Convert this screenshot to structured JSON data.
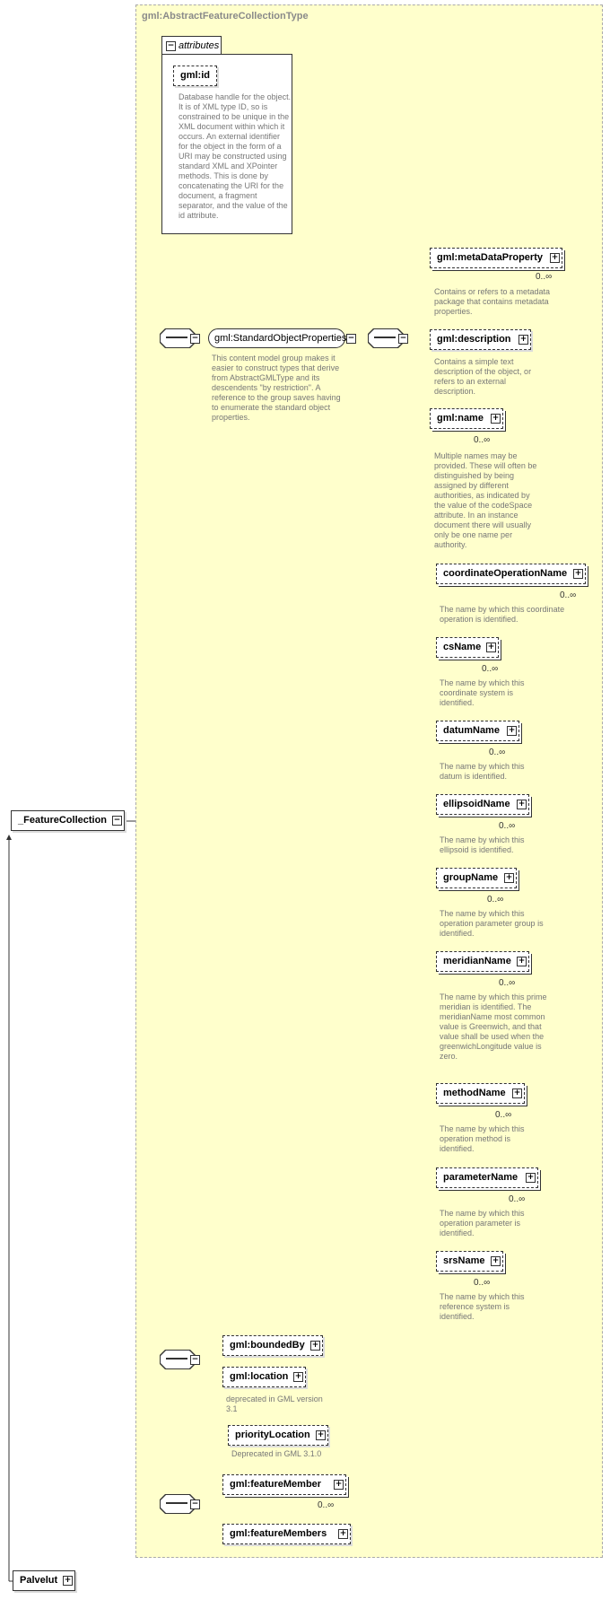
{
  "type_title": "gml:AbstractFeatureCollectionType",
  "attributes": {
    "tab_label": "attributes",
    "id_label": "gml:id",
    "id_doc": "Database handle for the object.  It is of XML type ID, so is constrained to be unique in the XML document within which it occurs.  An external identifier for the object in the form of a URI may be constructed using standard XML and XPointer methods.  This is done by concatenating the URI for the document, a fragment separator, and the value of the id attribute."
  },
  "root": {
    "label": "_FeatureCollection"
  },
  "substitution": {
    "label": "Palvelut"
  },
  "group": {
    "label": "gml:StandardObjectProperties",
    "doc": "This content model group makes it easier to construct types that derive from AbstractGMLType and its descendents \"by restriction\".  A reference to the group saves having to enumerate the standard object properties."
  },
  "group_elements": [
    {
      "label": "gml:metaDataProperty",
      "card": "0..∞",
      "doc": "Contains or refers to a metadata package that contains metadata properties."
    },
    {
      "label": "gml:description",
      "card": "",
      "doc": "Contains a simple text description of the object, or refers to an external description."
    },
    {
      "label": "gml:name",
      "card": "0..∞",
      "doc": "Multiple names may be provided.  These will often be distinguished by being assigned by different authorities, as indicated by the value of the codeSpace attribute.  In an instance document there will usually only be one name per authority."
    }
  ],
  "name_substitutes": [
    {
      "label": "coordinateOperationName",
      "card": "0..∞",
      "doc": "The name by which this coordinate operation is identified."
    },
    {
      "label": "csName",
      "card": "0..∞",
      "doc": "The name by which this coordinate system is identified."
    },
    {
      "label": "datumName",
      "card": "0..∞",
      "doc": "The name by which this datum is identified."
    },
    {
      "label": "ellipsoidName",
      "card": "0..∞",
      "doc": "The name by which this ellipsoid is identified."
    },
    {
      "label": "groupName",
      "card": "0..∞",
      "doc": "The name by which this operation parameter group is identified."
    },
    {
      "label": "meridianName",
      "card": "0..∞",
      "doc": "The name by which this prime meridian is identified. The meridianName most common value is Greenwich, and that value shall be used when the greenwichLongitude value is zero."
    },
    {
      "label": "methodName",
      "card": "0..∞",
      "doc": "The name by which this operation method is identified."
    },
    {
      "label": "parameterName",
      "card": "0..∞",
      "doc": "The name by which this operation parameter is identified."
    },
    {
      "label": "srsName",
      "card": "0..∞",
      "doc": "The name by which this reference system is identified."
    }
  ],
  "bounded": {
    "bounded_by": "gml:boundedBy",
    "location": "gml:location",
    "location_doc": "deprecated in GML version 3.1",
    "priority_location": "priorityLocation",
    "priority_doc": "Deprecated in GML 3.1.0"
  },
  "members": {
    "feature_member": "gml:featureMember",
    "feature_member_card": "0..∞",
    "feature_members": "gml:featureMembers"
  }
}
